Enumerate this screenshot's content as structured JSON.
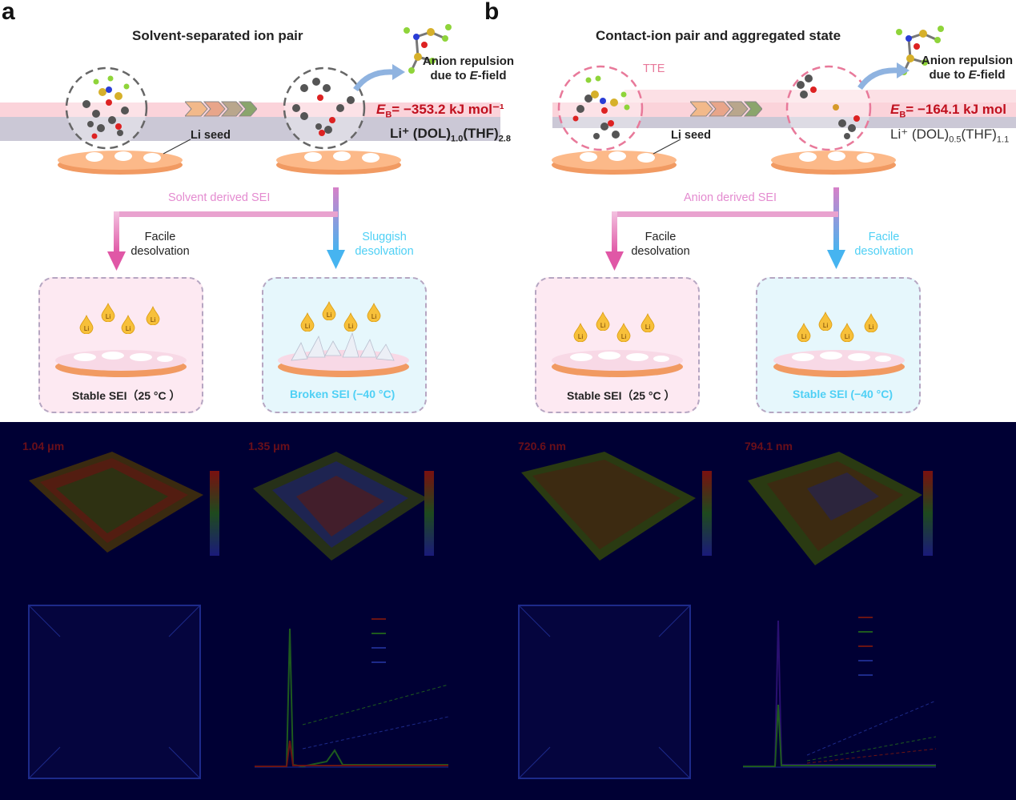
{
  "panel_a": {
    "label": "a",
    "title": "Solvent-separated ion pair",
    "anion_repulsion": "Anion repulsion",
    "due_to": "due to",
    "e_field": "E",
    "field_suffix": "-field",
    "eb_text": "E",
    "eb_sub": "B",
    "eb_value": "= −353.2 kJ mol⁻¹",
    "formula": "Li⁺ (DOL)",
    "formula_sub1": "1.0",
    "formula_mid": "(THF)",
    "formula_sub2": "2.8",
    "li_seed": "Li seed",
    "branch_label": "Solvent derived SEI",
    "left_desc": "Facile\ndesolvation",
    "right_desc": "Sluggish\ndesolvation",
    "left_box": "Stable SEI（25 °C ）",
    "right_box": "Broken SEI (−40 °C)"
  },
  "panel_b": {
    "label": "b",
    "title": "Contact-ion pair and aggregated state",
    "tte": "TTE",
    "anion_repulsion": "Anion repulsion",
    "due_to": "due to",
    "e_field": "E",
    "field_suffix": "-field",
    "eb_text": "E",
    "eb_sub": "B",
    "eb_value": "= −164.1 kJ mol",
    "formula": "Li⁺ (DOL)",
    "formula_sub1": "0.5",
    "formula_mid": "(THF)",
    "formula_sub2": "1.1",
    "li_seed": "Li seed",
    "branch_label": "Anion derived SEI",
    "left_desc": "Facile\ndesolvation",
    "right_desc": "Facile\ndesolvation",
    "left_box": "Stable SEI（25 °C ）",
    "right_box": "Stable SEI (−40 °C)"
  },
  "bottom": {
    "heights": [
      "1.04 μm",
      "1.35 μm",
      "720.6 nm",
      "794.1 nm"
    ]
  },
  "li_symbol": "Li",
  "colors": {
    "pink_band": "#fbd3da",
    "gray_band": "#cbc8d6",
    "eb_red": "#c0101e",
    "pink_arrow": "#e57bb2",
    "blue_arrow": "#5bb8ee",
    "bottom_bg": "#000034"
  }
}
